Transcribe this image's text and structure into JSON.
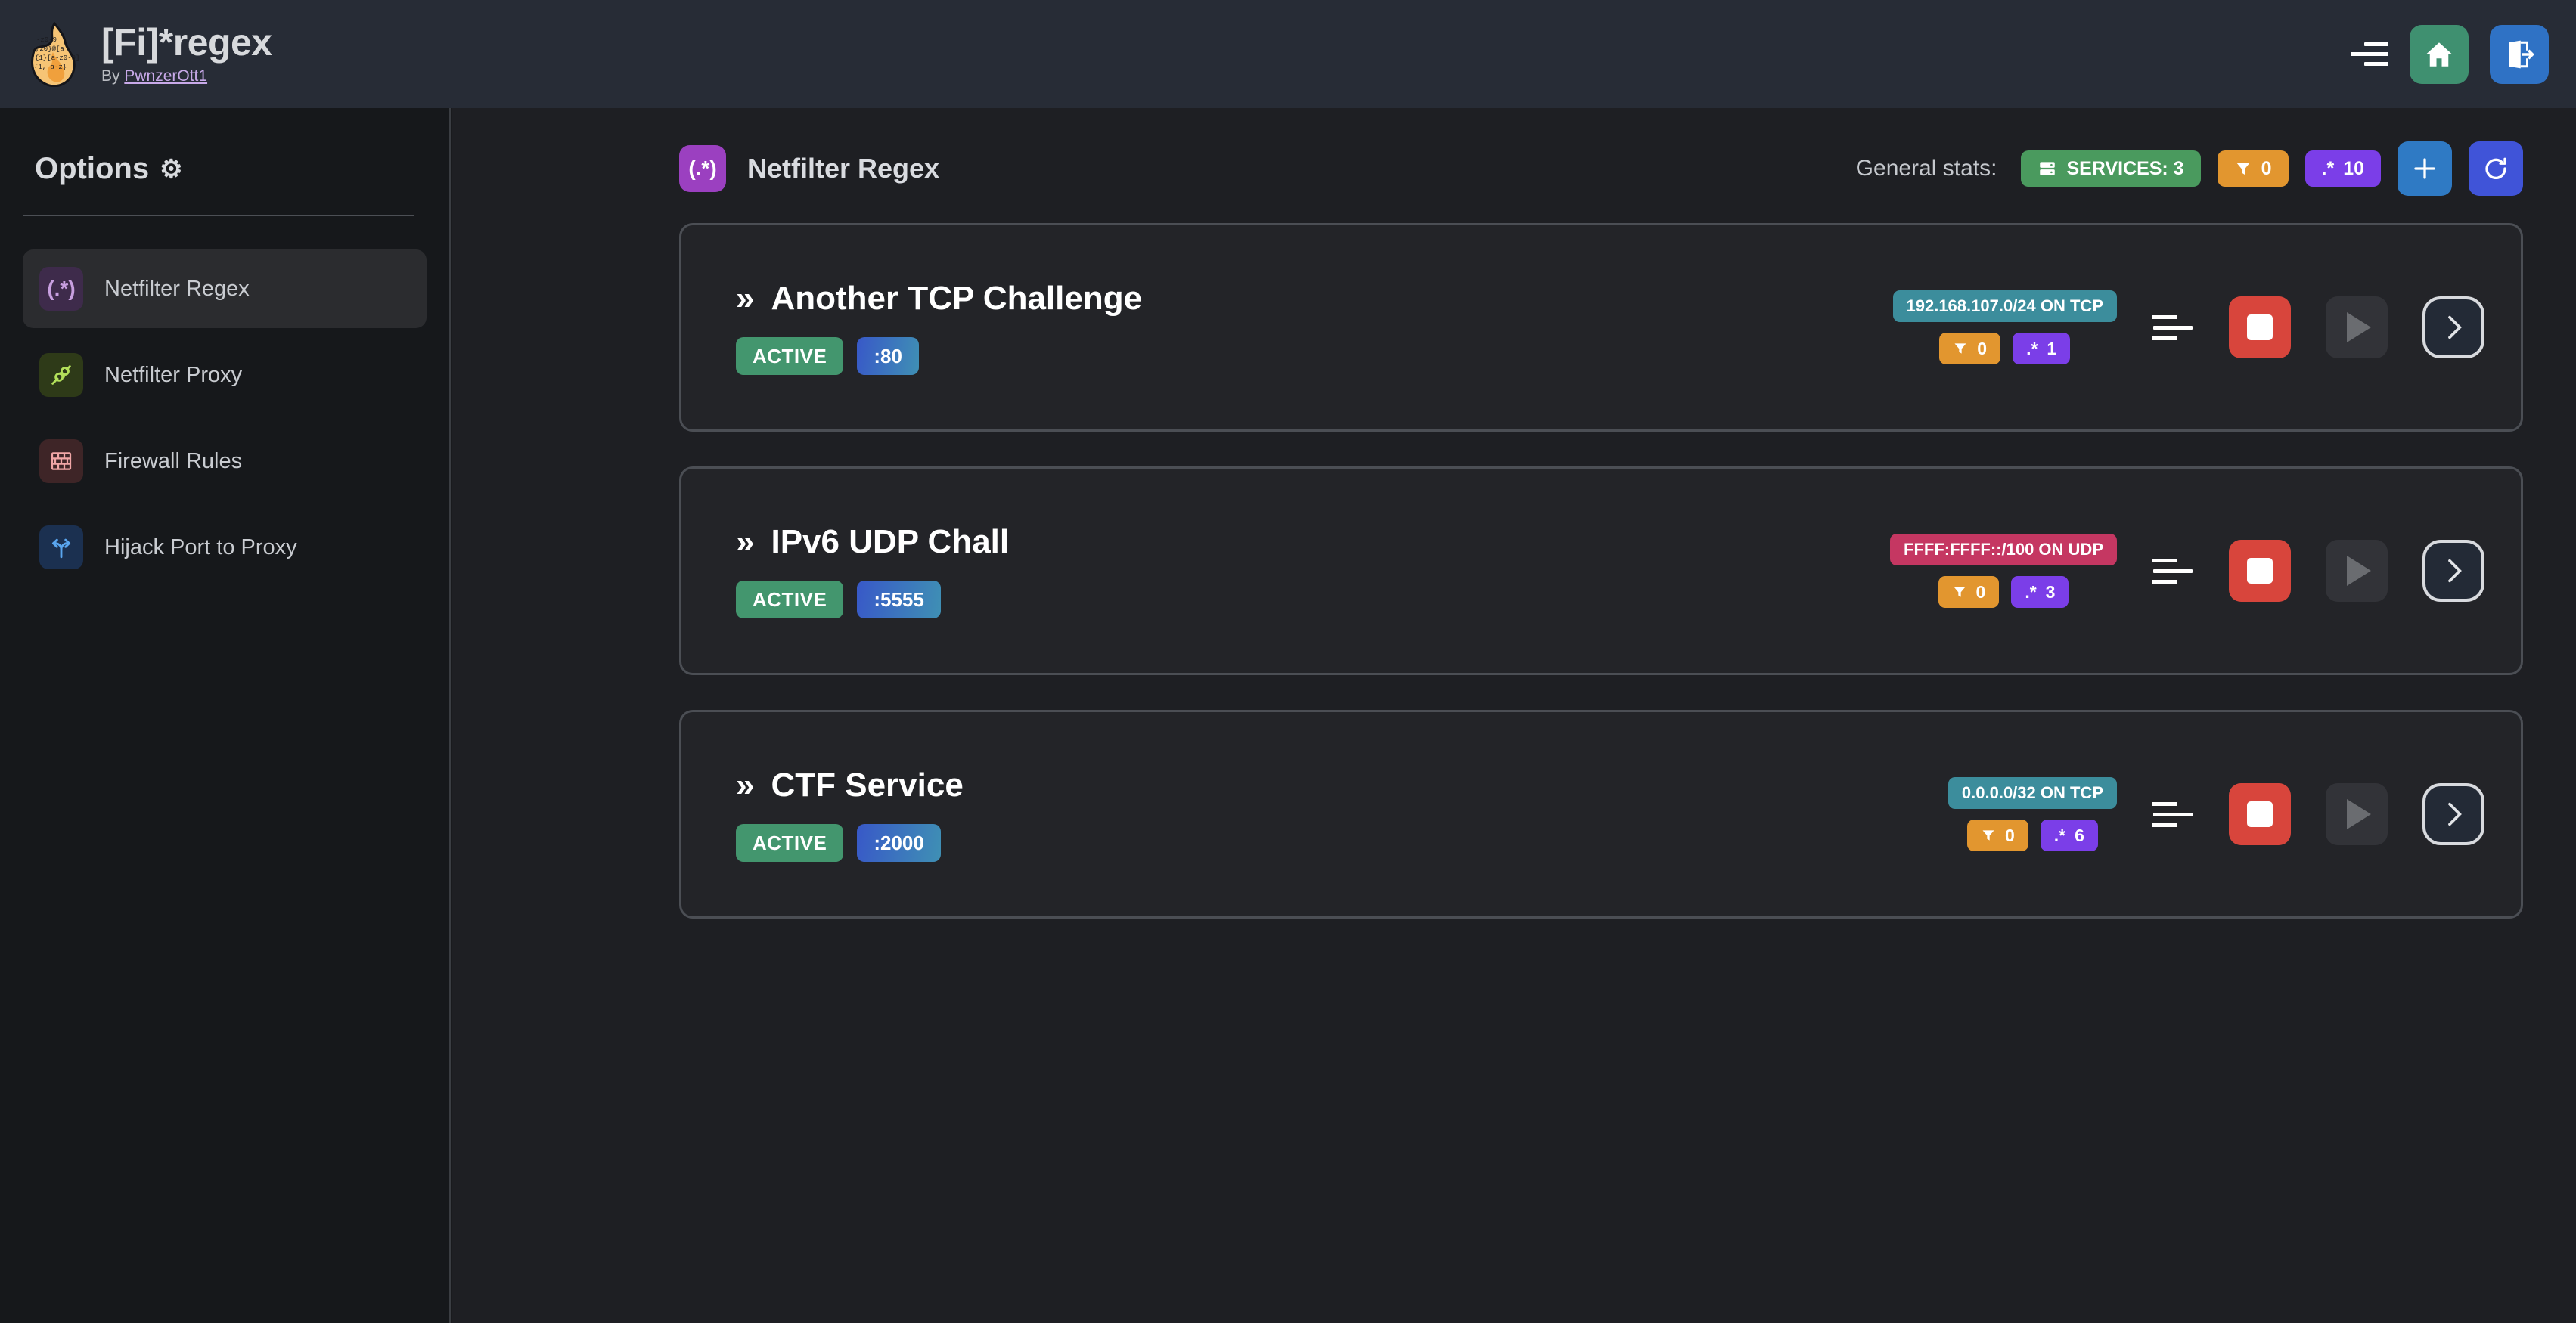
{
  "header": {
    "logo_icon": "flame-regex-logo",
    "title": "[Fi]*regex",
    "byline_prefix": "By ",
    "author": "PwnzerOtt1",
    "menu_icon": "hamburger-menu-icon",
    "home_icon": "home-icon",
    "logout_icon": "logout-icon"
  },
  "sidebar": {
    "title": "Options",
    "gear_icon": "⚙",
    "items": [
      {
        "label": "Netfilter Regex",
        "icon": "regex-icon",
        "glyph": "(.*)",
        "active": true
      },
      {
        "label": "Netfilter Proxy",
        "icon": "plug-icon",
        "glyph": "",
        "active": false
      },
      {
        "label": "Firewall Rules",
        "icon": "brick-wall-icon",
        "glyph": "",
        "active": false
      },
      {
        "label": "Hijack Port to Proxy",
        "icon": "route-fork-icon",
        "glyph": "",
        "active": false
      }
    ]
  },
  "main": {
    "page_icon": "(.*)",
    "page_icon_name": "regex-icon",
    "page_title": "Netfilter Regex",
    "stats": {
      "label": "General stats:",
      "services_icon": "server-icon",
      "services_text": "SERVICES: 3",
      "filter_icon": "filter-icon",
      "filter_count": "0",
      "regex_icon": ".*",
      "regex_count": "10",
      "add_icon": "plus-icon",
      "refresh_icon": "refresh-icon"
    },
    "services": [
      {
        "chevron": "»",
        "name": "Another TCP Challenge",
        "status": "ACTIVE",
        "port": ":80",
        "network": "192.168.107.0/24 ON TCP",
        "proto": "tcp",
        "filter_count": "0",
        "regex_count": "1",
        "list_icon": "list-icon",
        "stop_icon": "stop-icon",
        "play_icon": "play-icon",
        "go_icon": "chevron-right-icon"
      },
      {
        "chevron": "»",
        "name": "IPv6 UDP Chall",
        "status": "ACTIVE",
        "port": ":5555",
        "network": "FFFF:FFFF::/100 ON UDP",
        "proto": "udp",
        "filter_count": "0",
        "regex_count": "3",
        "list_icon": "list-icon",
        "stop_icon": "stop-icon",
        "play_icon": "play-icon",
        "go_icon": "chevron-right-icon"
      },
      {
        "chevron": "»",
        "name": "CTF Service",
        "status": "ACTIVE",
        "port": ":2000",
        "network": "0.0.0.0/32 ON TCP",
        "proto": "tcp",
        "filter_count": "0",
        "regex_count": "6",
        "list_icon": "list-icon",
        "stop_icon": "stop-icon",
        "play_icon": "play-icon",
        "go_icon": "chevron-right-icon"
      }
    ]
  },
  "colors": {
    "topbar_bg": "#272c36",
    "sidebar_bg": "#16181b",
    "main_bg": "#1e1f23",
    "card_bg": "#232428",
    "green": "#4a9a5e",
    "orange": "#e2962f",
    "purple": "#7b3ee8",
    "teal": "#3c8d9c",
    "crimson": "#c53762",
    "red": "#d8453c",
    "blue": "#2f7ac4",
    "indigo": "#4054d8"
  }
}
